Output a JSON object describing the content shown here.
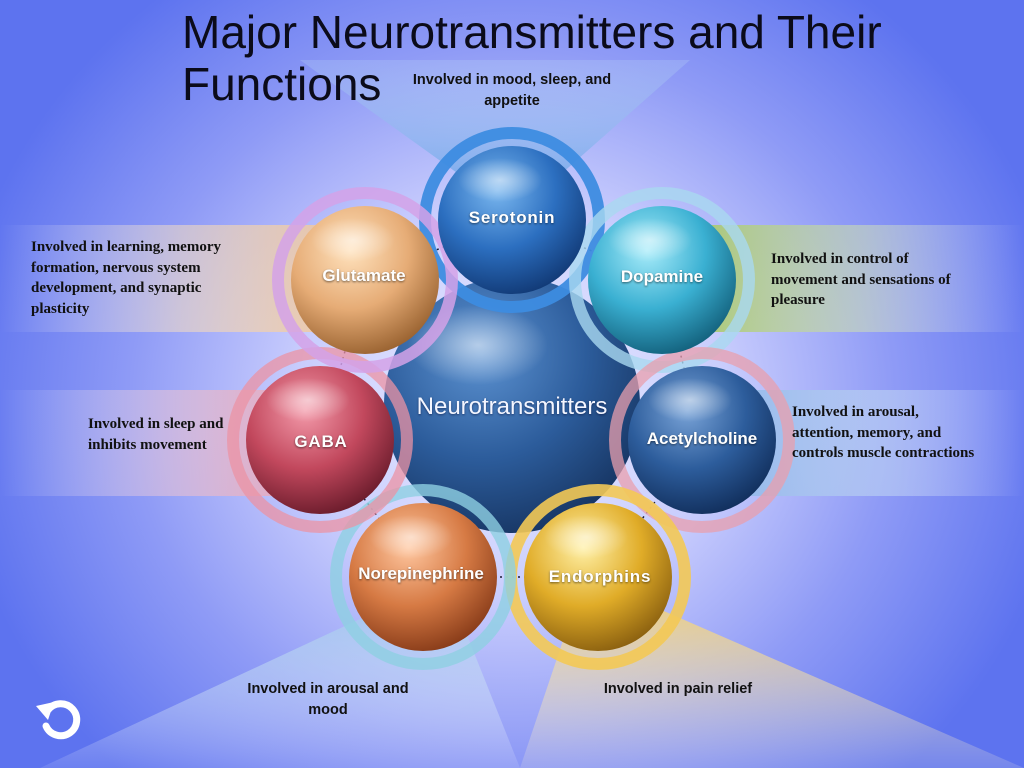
{
  "title": "Major Neurotransmitters and Their Functions",
  "center": {
    "label": "Neurotransmitters",
    "color": "#2a5d9c"
  },
  "nodes": [
    {
      "id": "serotonin",
      "label": "Serotonin",
      "description": "Involved in mood, sleep, and appetite",
      "color": "#2f74c4",
      "ring": "#3f8de0"
    },
    {
      "id": "dopamine",
      "label": "Dopamine",
      "description": "Involved in control of movement and sensations of pleasure",
      "color": "#41b6d6",
      "ring": "#9ed8ee"
    },
    {
      "id": "acetylcholine",
      "label": "Acetylcholine",
      "description": "Involved in arousal, attention, memory, and controls muscle contractions",
      "color": "#2f5f9e",
      "ring": "#e7a4b0"
    },
    {
      "id": "endorphins",
      "label": "Endorphins",
      "description": "Involved in pain relief",
      "color": "#e0b02c",
      "ring": "#f2c85a"
    },
    {
      "id": "norepinephrine",
      "label": "Norepinephrine",
      "description": "Involved in arousal and mood",
      "color": "#d97c48",
      "ring": "#8fd0e2"
    },
    {
      "id": "gaba",
      "label": "GABA",
      "description": "Involved in sleep and inhibits movement",
      "color": "#c24a5e",
      "ring": "#e98fa0"
    },
    {
      "id": "glutamate",
      "label": "Glutamate",
      "description": "Involved in learning, memory formation, nervous system development, and synaptic plasticity",
      "color": "#e8b07a",
      "ring": "#cfa0e6"
    }
  ],
  "icons": {
    "reset": "undo-arrow-icon"
  }
}
